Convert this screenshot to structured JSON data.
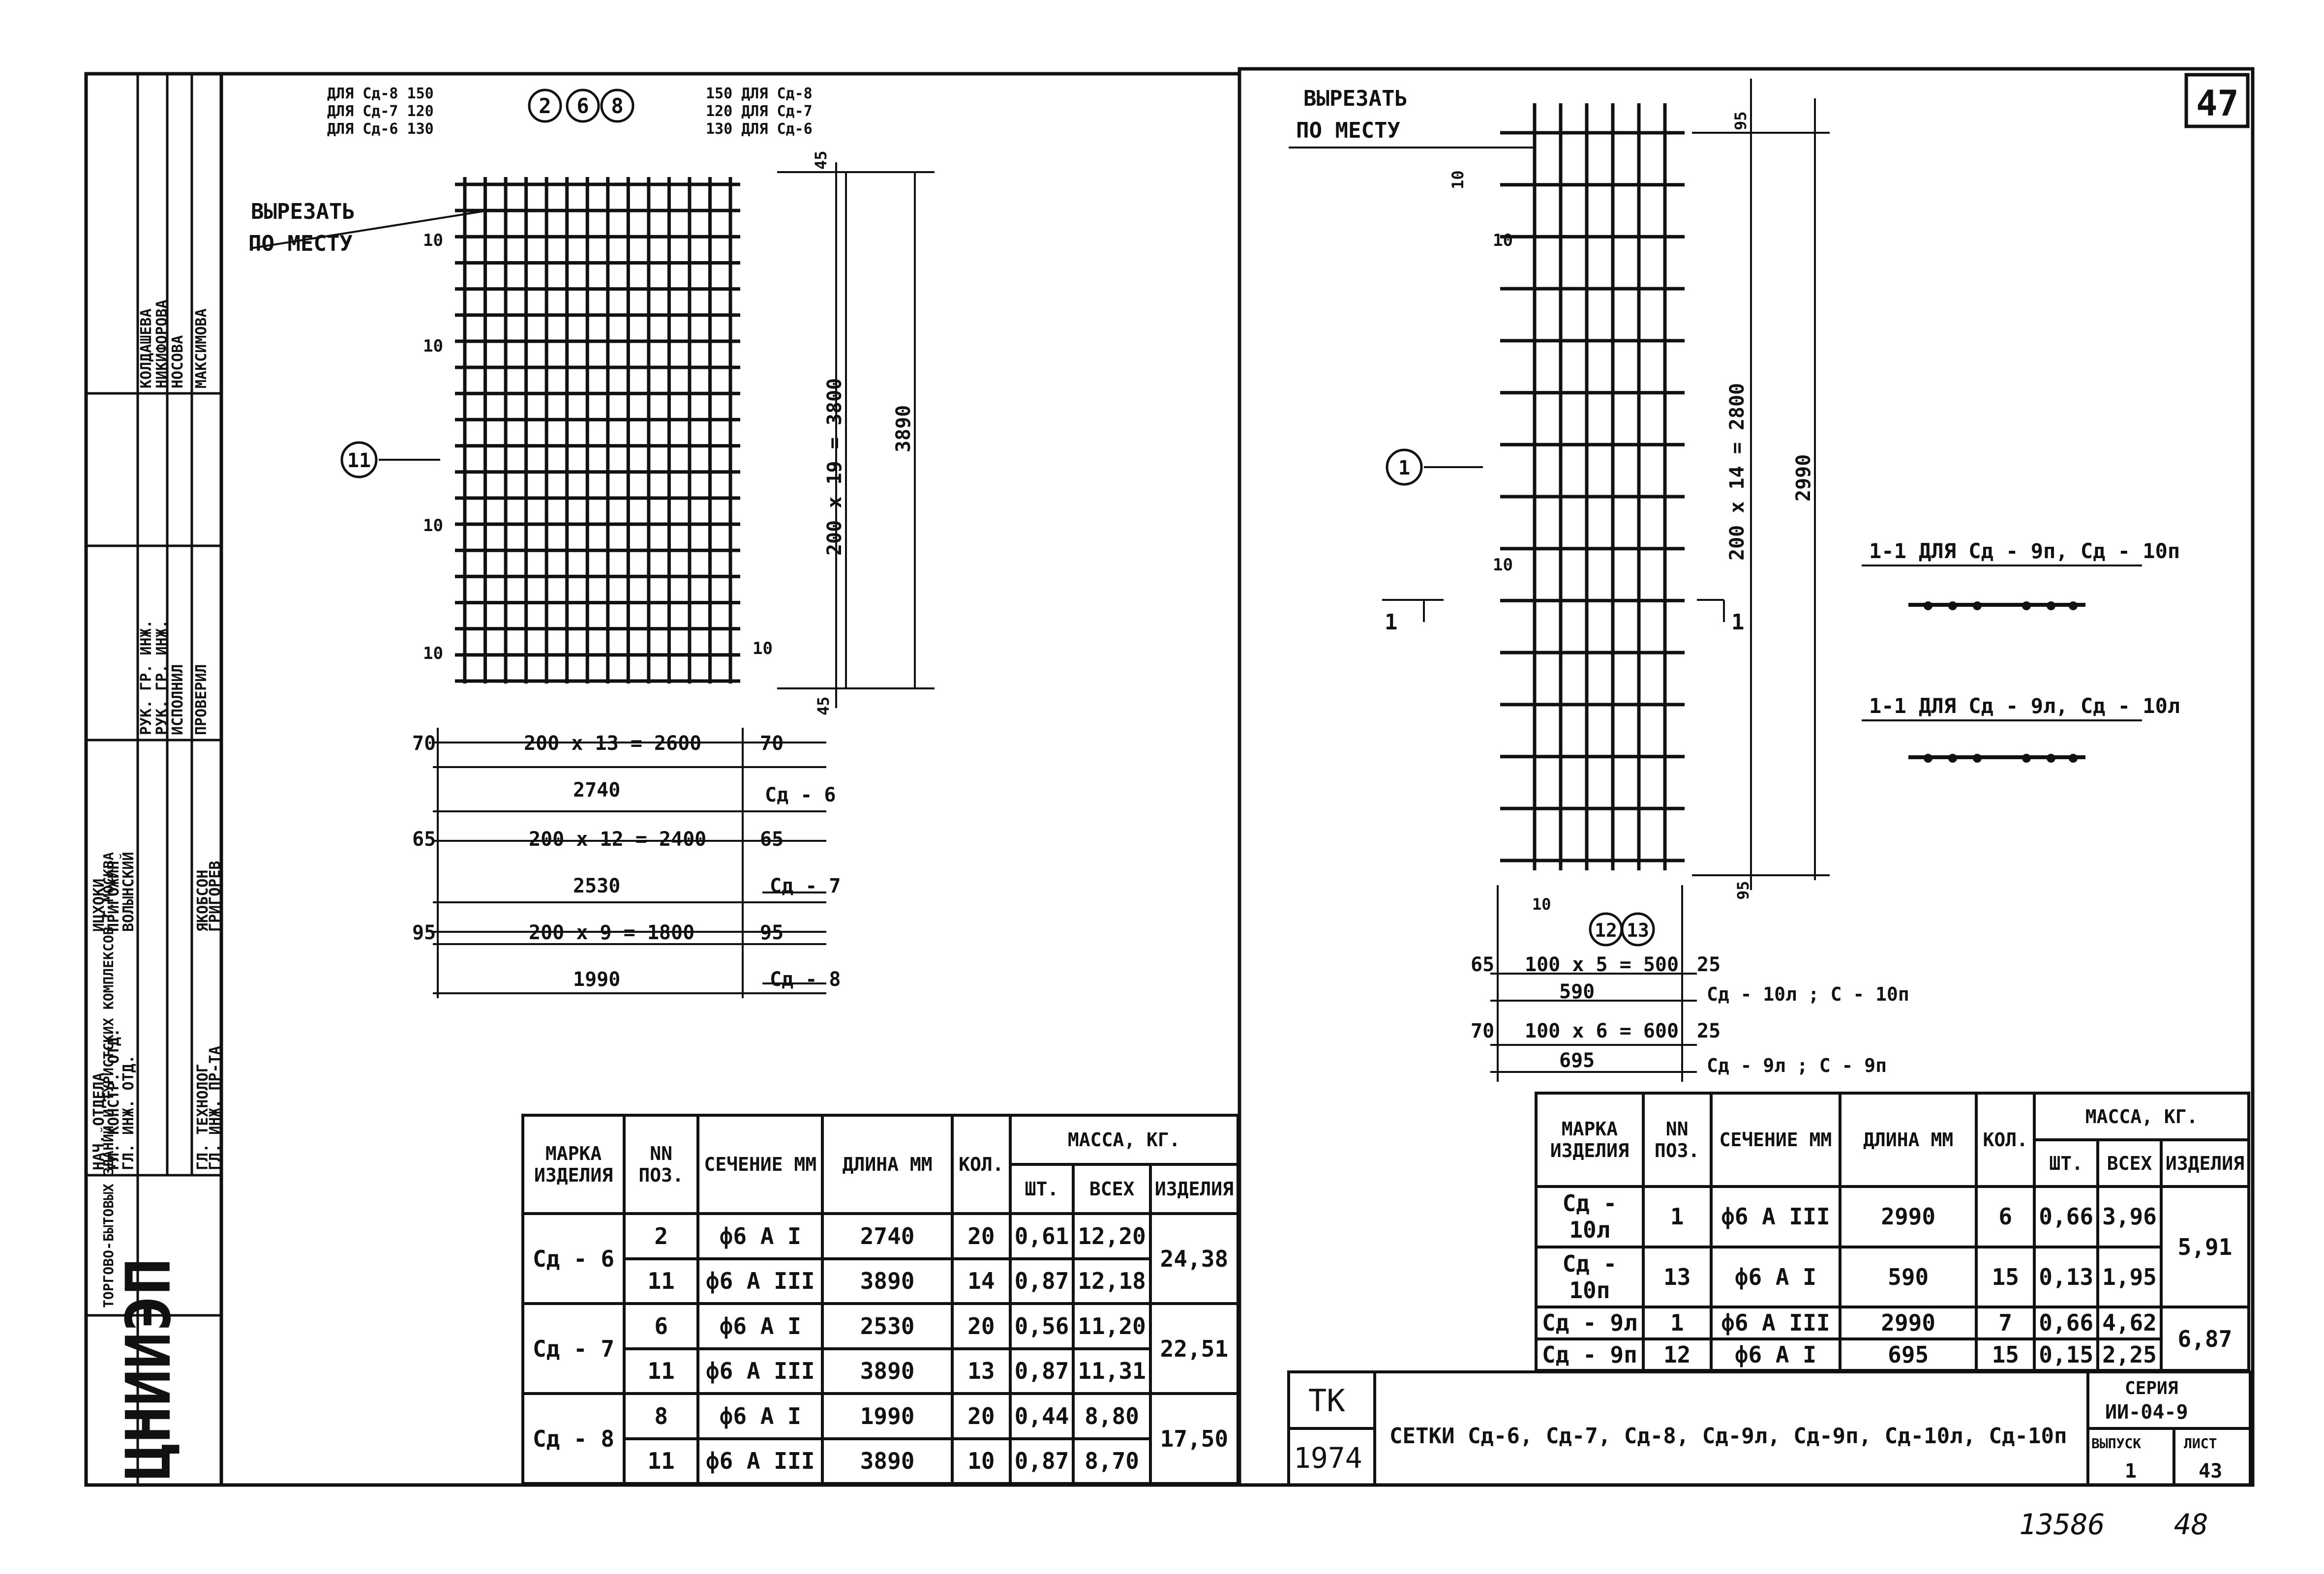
{
  "sheet": {
    "page_number": "47",
    "bottom_note_left": "13586",
    "bottom_note_right": "48"
  },
  "stamp": {
    "logo": "ЦНИИЭП",
    "organization": "ТОРГОВО-БЫТОВЫХ ЗДАНИЙ И ТУРИСТСКИХ КОМПЛЕКСОВ Г.МОСКВА",
    "roles": [
      "НАЧ. ОТДЕЛА",
      "ГЛ. КОНСТР. ОТД.",
      "ГЛ. ИНЖ. ОТД.",
      "ГЛ. ТЕХНОЛОГ",
      "ГЛ. ИНЖ. ПР-ТА",
      "РУК. ГР. ИНЖ.",
      "РУК. ГР. ИНЖ.",
      "ИСПОЛНИЛ",
      "ПРОВЕРИЛ"
    ],
    "names": [
      "ИЦХОКИ",
      "ПРИГОЖИН",
      "ВОЛЫНСКИЙ",
      "ЯКОБСОН",
      "ГРИГОРЕВ",
      "КОЛДАШЕВА",
      "НИКИФОРОВА",
      "НОСОВА",
      "МАКСИМОВА"
    ]
  },
  "left_drawing": {
    "pos_callouts": [
      "2",
      "6",
      "8"
    ],
    "pos_callout_side": "11",
    "cut_note_line1": "ВЫРЕЗАТЬ",
    "cut_note_line2": "ПО МЕСТУ",
    "top_left_dims": [
      "ДЛЯ Сд-8 150",
      "ДЛЯ Сд-7 120",
      "ДЛЯ Сд-6 130"
    ],
    "top_right_dims": [
      "150 ДЛЯ Сд-8",
      "120 ДЛЯ Сд-7",
      "130 ДЛЯ Сд-6"
    ],
    "edge_marks": [
      "10",
      "10",
      "10",
      "10",
      "10"
    ],
    "dim_top_small": "45",
    "dim_bottom_small": "45",
    "dim_vertical_pitch": "200 х 19 = 3800",
    "dim_vertical_total": "3890",
    "rows": [
      {
        "left": "70",
        "middle": "200 х 13 = 2600",
        "right": "70",
        "total": "2740",
        "label": "Сд - 6"
      },
      {
        "left": "65",
        "middle": "200 х 12 = 2400",
        "right": "65",
        "total": "2530",
        "label": "Сд - 7"
      },
      {
        "left": "95",
        "middle": "200 х 9 = 1800",
        "right": "95",
        "total": "1990",
        "label": "Сд - 8"
      }
    ]
  },
  "right_drawing": {
    "cut_note_line1": "ВЫРЕЗАТЬ",
    "cut_note_line2": "ПО МЕСТУ",
    "pos_callout_side": "1",
    "pos_callouts_bottom": [
      "12",
      "13"
    ],
    "dim_top_small": "95",
    "dim_bottom_small": "95",
    "dim_vertical_pitch": "200 х 14 = 2800",
    "dim_vertical_total": "2990",
    "edge_marks": [
      "10",
      "10",
      "10",
      "10"
    ],
    "section_mark_left": "1",
    "section_mark_right": "1",
    "bottom_offset": "10",
    "rows": [
      {
        "left": "65",
        "middle": "100 х 5 = 500",
        "right": "25",
        "total": "590",
        "label": "Сд - 10л ; С - 10п"
      },
      {
        "left": "70",
        "middle": "100 х 6 = 600",
        "right": "25",
        "total": "695",
        "label": "Сд - 9л ; С - 9п"
      }
    ],
    "section_1": "1-1 ДЛЯ Сд - 9п, Сд - 10п",
    "section_2": "1-1 ДЛЯ Сд - 9л, Сд - 10л"
  },
  "table_left": {
    "headers": {
      "mark": "МАРКА ИЗДЕЛИЯ",
      "pos": "NN ПОЗ.",
      "section": "СЕЧЕНИЕ ММ",
      "length": "ДЛИНА ММ",
      "qty": "КОЛ.",
      "mass": "МАССА, КГ.",
      "unit": "ШТ.",
      "all": "ВСЕХ",
      "item": "ИЗДЕЛИЯ"
    },
    "groups": [
      {
        "mark": "Сд - 6",
        "total": "24,38",
        "rows": [
          {
            "pos": "2",
            "section": "ф6 А I",
            "length": "2740",
            "qty": "20",
            "unit": "0,61",
            "all": "12,20"
          },
          {
            "pos": "11",
            "section": "ф6 А III",
            "length": "3890",
            "qty": "14",
            "unit": "0,87",
            "all": "12,18"
          }
        ]
      },
      {
        "mark": "Сд - 7",
        "total": "22,51",
        "rows": [
          {
            "pos": "6",
            "section": "ф6 А I",
            "length": "2530",
            "qty": "20",
            "unit": "0,56",
            "all": "11,20"
          },
          {
            "pos": "11",
            "section": "ф6 А III",
            "length": "3890",
            "qty": "13",
            "unit": "0,87",
            "all": "11,31"
          }
        ]
      },
      {
        "mark": "Сд - 8",
        "total": "17,50",
        "rows": [
          {
            "pos": "8",
            "section": "ф6 А I",
            "length": "1990",
            "qty": "20",
            "unit": "0,44",
            "all": "8,80"
          },
          {
            "pos": "11",
            "section": "ф6 А III",
            "length": "3890",
            "qty": "10",
            "unit": "0,87",
            "all": "8,70"
          }
        ]
      }
    ]
  },
  "table_right": {
    "headers": {
      "mark": "МАРКА ИЗДЕЛИЯ",
      "pos": "NN ПОЗ.",
      "section": "СЕЧЕНИЕ ММ",
      "length": "ДЛИНА ММ",
      "qty": "КОЛ.",
      "mass": "МАССА, КГ.",
      "unit": "ШТ.",
      "all": "ВСЕХ",
      "item": "ИЗДЕЛИЯ"
    },
    "groups": [
      {
        "total": "5,91",
        "rows": [
          {
            "mark": "Сд - 10л",
            "pos": "1",
            "section": "ф6 А III",
            "length": "2990",
            "qty": "6",
            "unit": "0,66",
            "all": "3,96"
          },
          {
            "mark": "Сд - 10п",
            "pos": "13",
            "section": "ф6 А I",
            "length": "590",
            "qty": "15",
            "unit": "0,13",
            "all": "1,95"
          }
        ]
      },
      {
        "total": "6,87",
        "rows": [
          {
            "mark": "Сд - 9л",
            "pos": "1",
            "section": "ф6 А III",
            "length": "2990",
            "qty": "7",
            "unit": "0,66",
            "all": "4,62"
          },
          {
            "mark": "Сд - 9п",
            "pos": "12",
            "section": "ф6 А I",
            "length": "695",
            "qty": "15",
            "unit": "0,15",
            "all": "2,25"
          }
        ]
      }
    ]
  },
  "title_block": {
    "tk": "ТК",
    "year": "1974",
    "title": "СЕТКИ Сд-6, Сд-7, Сд-8, Сд-9л, Сд-9п, Сд-10л, Сд-10п",
    "series_label": "СЕРИЯ",
    "series_value": "ИИ-04-9",
    "issue_label": "ВЫПУСК",
    "issue_value": "1",
    "sheet_label": "ЛИСТ",
    "sheet_value": "43"
  }
}
